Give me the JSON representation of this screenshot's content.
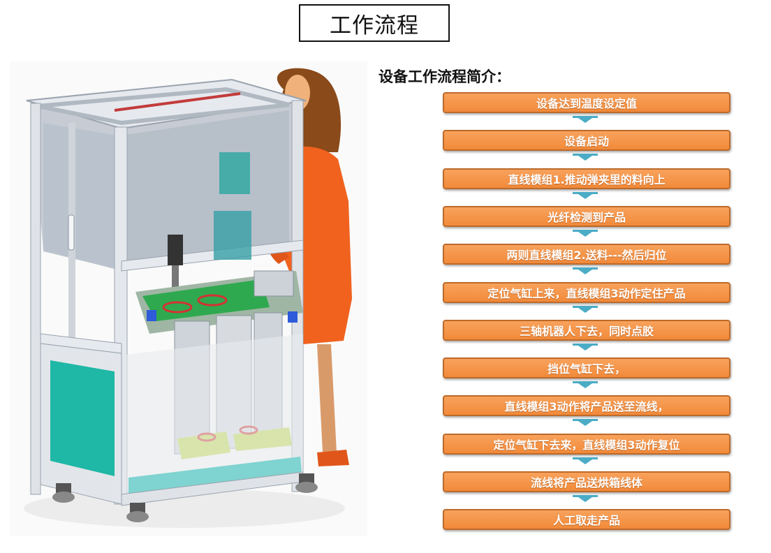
{
  "title": "工作流程",
  "flow_heading": "设备工作流程简介：",
  "steps": [
    "设备达到温度设定值",
    "设备启动",
    "直线模组1.推动弹夹里的料向上",
    "光纤检测到产品",
    "两则直线模组2.送料---然后归位",
    "定位气缸上来，直线模组3动作定住产品",
    "三轴机器人下去，同时点胶",
    "挡位气缸下去，",
    "直线模组3动作将产品送至流线，",
    "定位气缸下去来，直线模组3动作复位",
    "流线将产品送烘箱线体",
    "人工取走产品"
  ],
  "colors": {
    "step_fill": "#f79646",
    "step_border": "#bd6a2a",
    "step_text": "#ffffff",
    "connector_arrow": "#4bacc6",
    "frame_aluminum": "#d7dbe2",
    "panel_teal": "#1fb7a5",
    "figure_dress": "#f0621e"
  },
  "illustration": {
    "subject": "automated glue-dispensing machine with operator",
    "icon": "machine-illustration"
  }
}
